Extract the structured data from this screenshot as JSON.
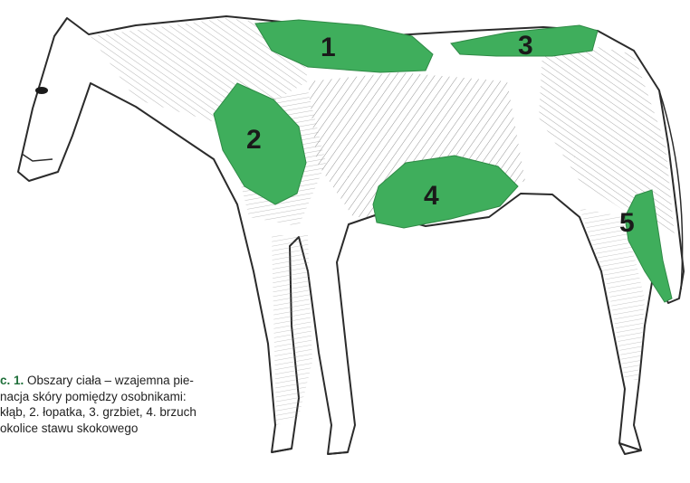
{
  "colors": {
    "zone_fill": "#3fae5c",
    "outline": "#2b2b2b",
    "hatch": "#6a6a6a",
    "caption_number": "#1f6f3a"
  },
  "zones": [
    {
      "number": "1"
    },
    {
      "number": "2"
    },
    {
      "number": "3"
    },
    {
      "number": "4"
    },
    {
      "number": "5"
    }
  ],
  "caption": {
    "number": "c. 1.",
    "lines": [
      " Obszary ciała – wzajemna pie-",
      "nacja skóry pomiędzy osobnikami:",
      "kłąb, 2. łopatka, 3. grzbiet, 4. brzuch",
      "okolice stawu skokowego"
    ]
  }
}
